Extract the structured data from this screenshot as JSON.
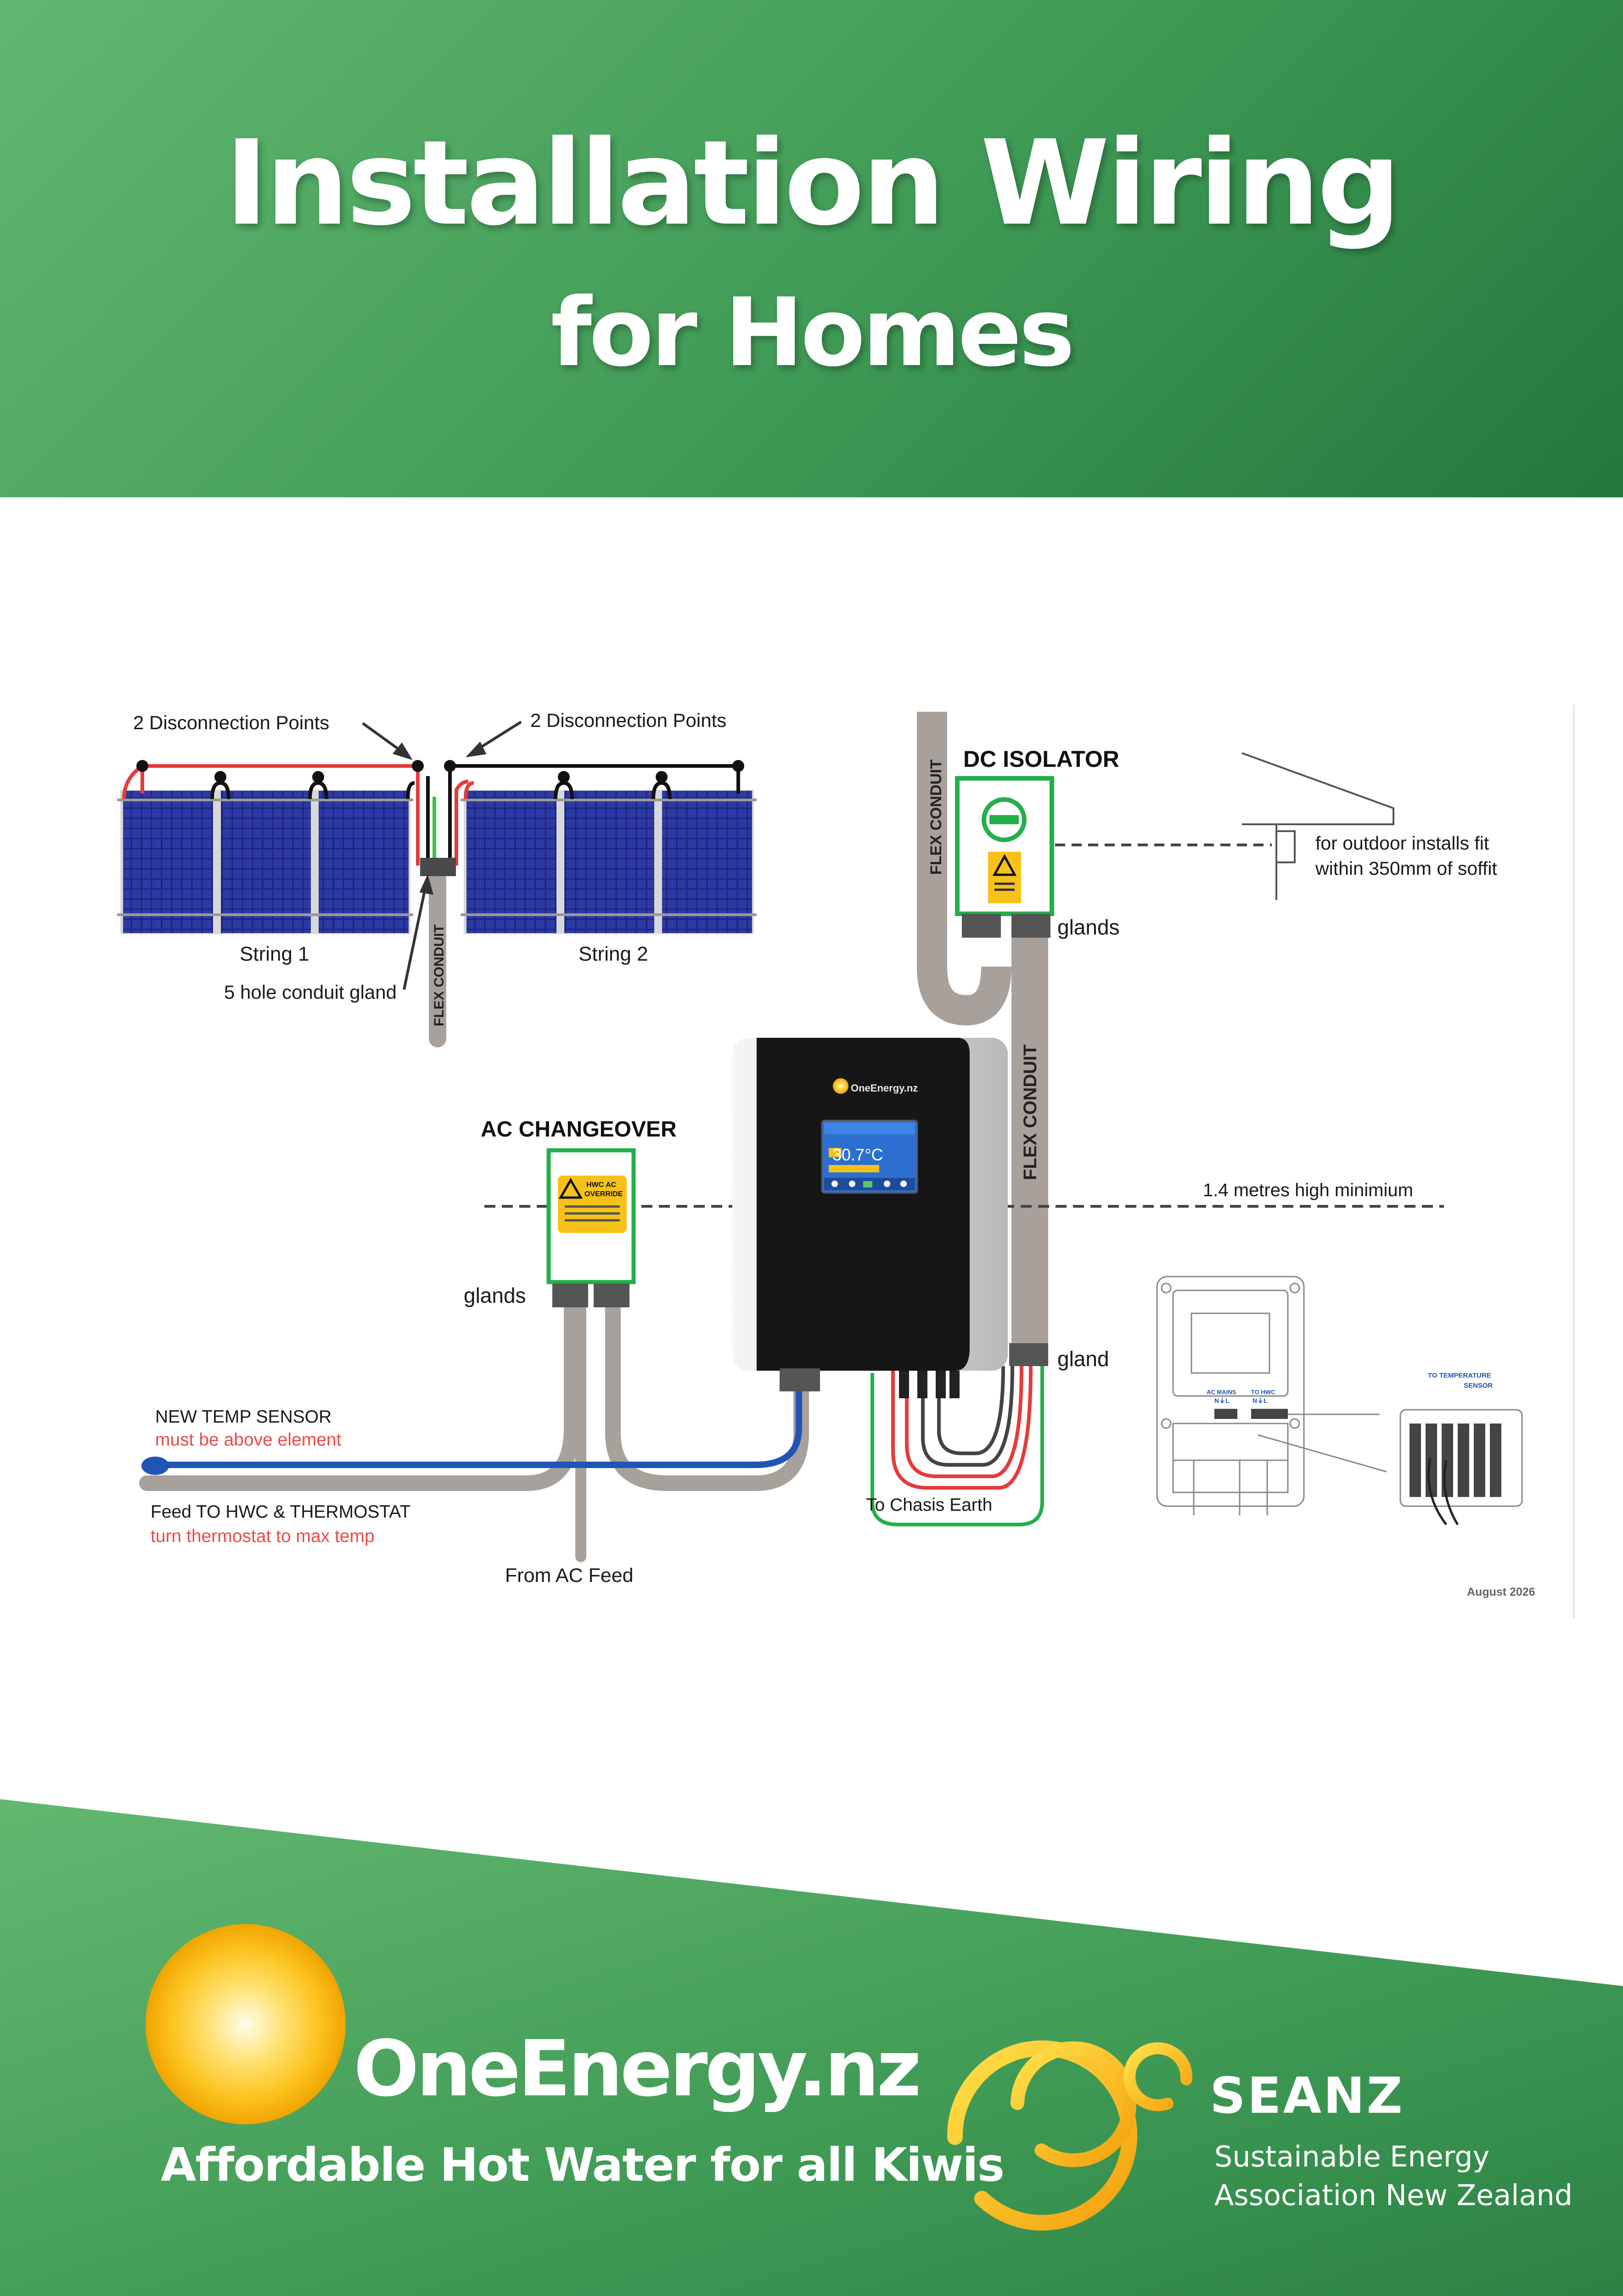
{
  "header": {
    "title_line1": "Installation Wiring",
    "title_line2": "for Homes",
    "bg_color_start": "#62b771",
    "bg_color_end": "#23773d"
  },
  "diagram": {
    "disconnection_left": "2 Disconnection Points",
    "disconnection_right": "2 Disconnection Points",
    "string1": "String 1",
    "string2": "String 2",
    "conduit_gland": "5 hole conduit gland",
    "flex_conduit": "FLEX CONDUIT",
    "dc_isolator": "DC ISOLATOR",
    "soffit_line1": "for outdoor installs fit",
    "soffit_line2": "within 350mm of soffit",
    "glands": "glands",
    "gland": "gland",
    "ac_changeover": "AC CHANGEOVER",
    "height_note": "1.4 metres high minimium",
    "temp_sensor_title": "NEW TEMP SENSOR",
    "temp_sensor_note": "must be above element",
    "feed_title": "Feed TO HWC & THERMOSTAT",
    "feed_note": "turn thermostat to max temp",
    "ac_feed": "From  AC Feed",
    "chassis_earth": "To Chasis Earth",
    "device_brand": "OneEnergy.nz",
    "device_temp": "30.7°C",
    "override_label_1": "HWC AC",
    "override_label_2": "OVERRIDE",
    "to_temp_sensor_1": "TO TEMPERATURE",
    "to_temp_sensor_2": "SENSOR",
    "ac_mains": "AC MAINS",
    "to_hwc": "TO HWC",
    "nel": "N⏚L",
    "date": "August 2026",
    "accent_red": "#ec4a4a",
    "accent_blue": "#1f55b5",
    "accent_green": "#14a64a"
  },
  "footer": {
    "brand_name": "OneEnergy.nz",
    "tagline": "Affordable Hot Water for all Kiwis",
    "partner_short": "SEANZ",
    "partner_full_line1": "Sustainable Energy",
    "partner_full_line2": "Association New Zealand"
  }
}
